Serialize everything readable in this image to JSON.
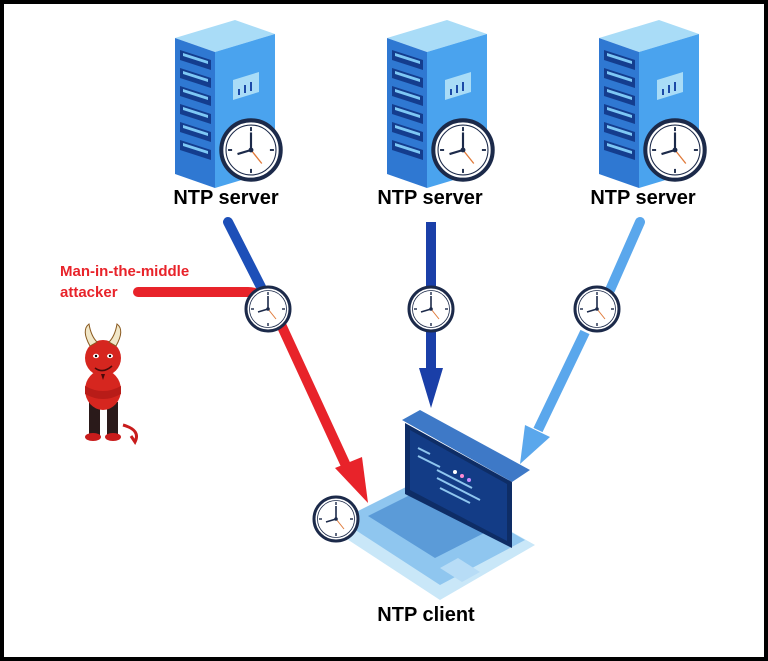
{
  "servers": [
    {
      "label": "NTP server"
    },
    {
      "label": "NTP server"
    },
    {
      "label": "NTP server"
    }
  ],
  "attacker": {
    "line1": "Man-in-the-middle",
    "line2": "attacker"
  },
  "client": {
    "label": "NTP client"
  },
  "colors": {
    "frame_border": "#000000",
    "background": "#ffffff",
    "attack_red": "#e8232a",
    "server_blue_dark": "#1d4fb8",
    "server_blue_mid": "#1a3fa8",
    "server_blue_light": "#5aa7ec",
    "clock_ring": "#1c2a4a"
  }
}
